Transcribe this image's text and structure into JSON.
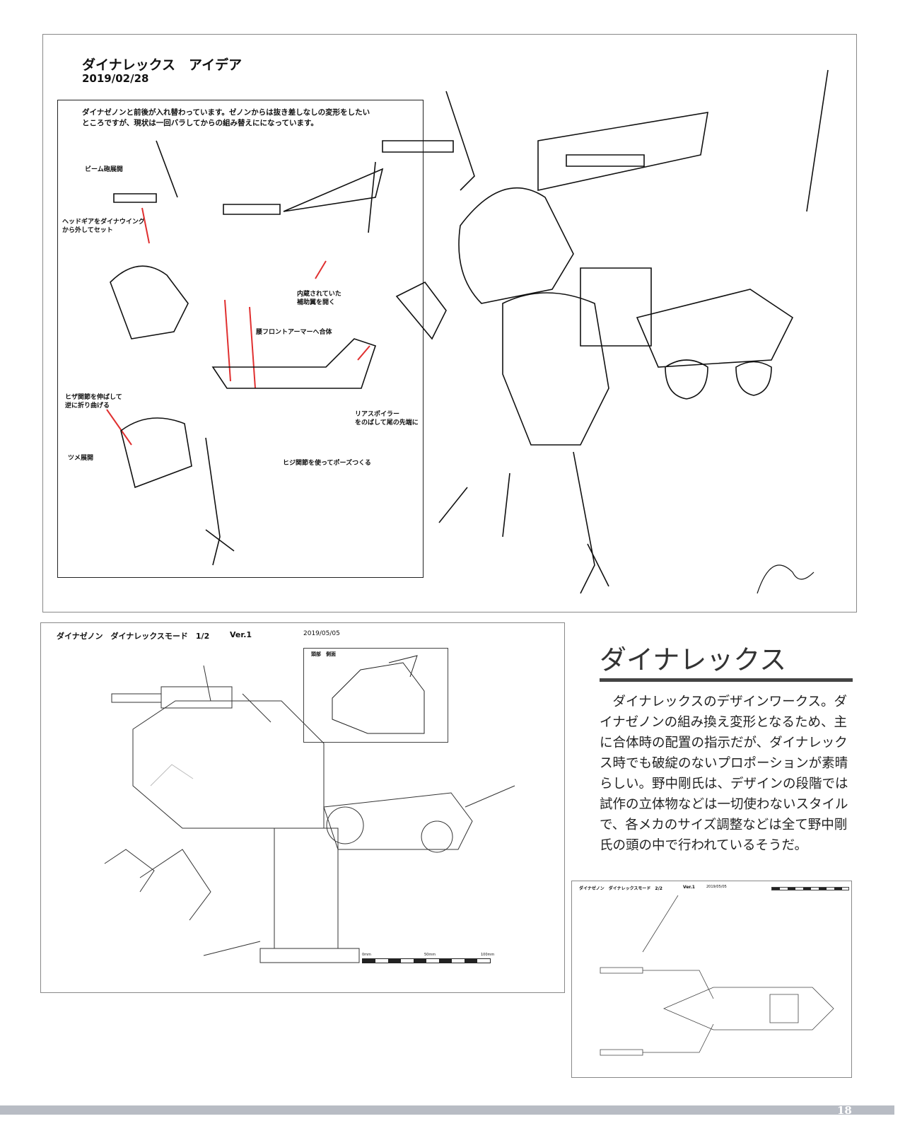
{
  "idea_panel": {
    "title": "ダイナレックス　アイデア",
    "date": "2019/02/28",
    "note": "ダイナゼノンと前後が入れ替わっています。ゼノンからは抜き差しなしの変形をしたい\nところですが、現状は一回バラしてからの組み替えにになっています。",
    "annotations": [
      "ビーム砲展開",
      "ヘッドギアをダイナウイング\nから外してセット",
      "内蔵されていた\n補助翼を開く",
      "腰フロントアーマーへ合体",
      "ヒザ関節を伸ばして\n逆に折り曲げる",
      "リアスポイラー\nをのばして尾の先端に",
      "ツメ展開",
      "ヒジ関節を使ってポーズつくる"
    ],
    "arrow_color": "#e03030"
  },
  "sheet1": {
    "title": "ダイナゼノン　ダイナレックスモード　1/2",
    "version": "Ver.1",
    "date": "2019/05/05",
    "inset_label": "頭部　側面",
    "scale": [
      "0mm",
      "50mm",
      "100mm"
    ]
  },
  "sheet2": {
    "title": "ダイナゼノン　ダイナレックスモード　2/2",
    "version": "Ver.1",
    "date": "2019/05/05"
  },
  "article": {
    "heading": "ダイナレックス",
    "body": "　ダイナレックスのデザインワークス。ダイナゼノンの組み換え変形となるため、主に合体時の配置の指示だが、ダイナレックス時でも破綻のないプロポーションが素晴らしい。野中剛氏は、デザインの段階では試作の立体物などは一切使わないスタイルで、各メカのサイズ調整などは全て野中剛氏の頭の中で行われているそうだ。"
  },
  "footer": {
    "page_number": "18",
    "bar_color": "#b8bcc4"
  }
}
